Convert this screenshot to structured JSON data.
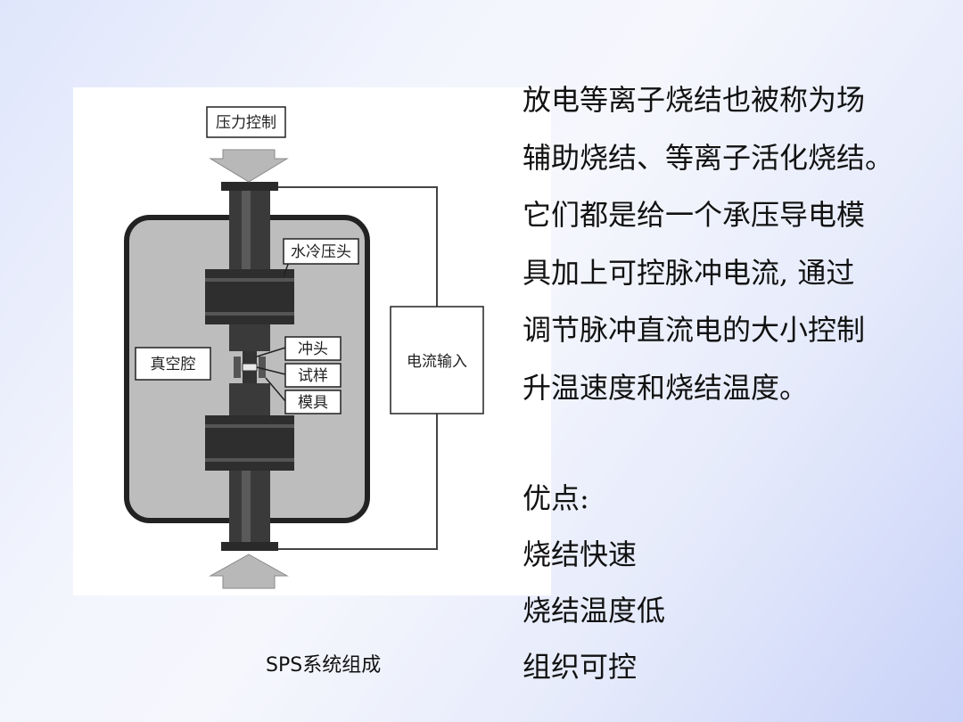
{
  "diagram": {
    "labels": {
      "pressure_control": "压力控制",
      "water_cooled_ram": "水冷压头",
      "vacuum_chamber": "真空腔",
      "punch": "冲头",
      "sample": "试样",
      "die": "模具",
      "current_input": "电流输入"
    },
    "caption": "SPS系统组成"
  },
  "description": {
    "lines": [
      "放电等离子烧结也被称为场",
      "辅助烧结、等离子活化烧结。",
      "它们都是给一个承压导电模",
      "具加上可控脉冲电流, 通过",
      "调节脉冲直流电的大小控制",
      "升温速度和烧结温度。"
    ]
  },
  "advantages": {
    "heading": "优点:",
    "items": [
      "烧结快速",
      "烧结温度低",
      "组织可控"
    ]
  }
}
